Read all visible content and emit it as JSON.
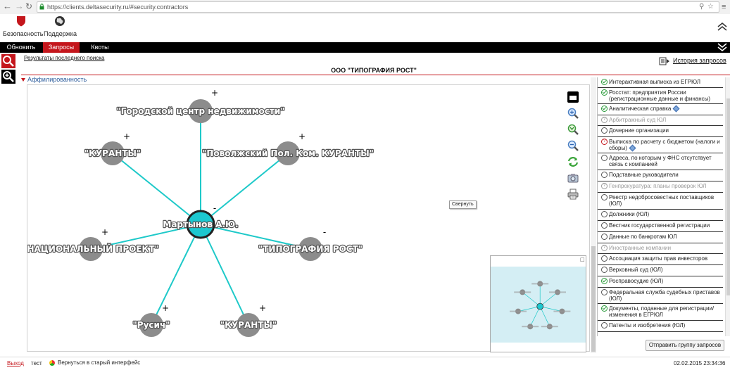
{
  "browser": {
    "protocol": "https",
    "url": "https://clients.deltasecurity.ru/#security.contractors"
  },
  "header": {
    "security_label": "Безопасность",
    "support_label": "Поддержка"
  },
  "tabs": [
    {
      "label": "Обновить",
      "active": false
    },
    {
      "label": "Запросы",
      "active": true
    },
    {
      "label": "Квоты",
      "active": false
    }
  ],
  "toolbar": {
    "last_search_link": "Результаты последнего поиска",
    "history_link": "История запросов"
  },
  "page_title": "ООО \"ТИПОГРАФИЯ РОСТ\"",
  "section_label": "Аффилированность",
  "graph": {
    "center": {
      "label": "Мартынов А.Ю.",
      "sign": "-"
    },
    "nodes": [
      {
        "label": "\"Городской центр недвижимости\"",
        "sign": "+"
      },
      {
        "label": "\"КУРАНТЫ\"",
        "sign": "+"
      },
      {
        "label": "\"Поволжский Пол. Ком. КУРАНТЫ\"",
        "sign": "+"
      },
      {
        "label": "\"НАЦИОНАЛЬНЫЙ ПРОЕКТ\"",
        "sign": "+"
      },
      {
        "label": "\"ТИПОГРАФИЯ РОСТ\"",
        "sign": "-"
      },
      {
        "label": "\"Русич\"",
        "sign": "+"
      },
      {
        "label": "\"КУРАНТЫ\"",
        "sign": "+"
      }
    ],
    "collapse_tooltip": "Свернуть",
    "colors": {
      "edge": "#1ec9c9",
      "node": "#8c8c8c",
      "center": "#1cc8d0",
      "accent": "#c4161c"
    }
  },
  "requests": [
    {
      "label": "Интерактивная выписка из ЕГРЮЛ",
      "status": "check"
    },
    {
      "label": "Росстат: предприятия России (регистрационные данные и финансы)",
      "status": "check"
    },
    {
      "label": "Аналитическая справка",
      "status": "check",
      "diamond": true
    },
    {
      "label": "Арбитражный суд ЮЛ",
      "status": "q",
      "disabled": true
    },
    {
      "label": "Дочерние организации",
      "status": "radio"
    },
    {
      "label": "Выписка по расчету с бюджетом (налоги и сборы)",
      "status": "qred",
      "diamond": true
    },
    {
      "label": "Адреса, по которым у ФНС отсутствует связь с компанией",
      "status": "radio"
    },
    {
      "label": "Подставные руководители",
      "status": "radio"
    },
    {
      "label": "Генпрокуратура: планы проверок ЮЛ",
      "status": "q",
      "disabled": true
    },
    {
      "label": "Реестр недобросовестных поставщиков (ЮЛ)",
      "status": "radio"
    },
    {
      "label": "Должники (ЮЛ)",
      "status": "radio"
    },
    {
      "label": "Вестник государственной регистрации",
      "status": "radio"
    },
    {
      "label": "Данные по банкротам ЮЛ",
      "status": "radio"
    },
    {
      "label": "Иностранные компании",
      "status": "q",
      "disabled": true
    },
    {
      "label": "Ассоциация защиты прав инвесторов",
      "status": "radio"
    },
    {
      "label": "Верховный суд (ЮЛ)",
      "status": "radio"
    },
    {
      "label": "Росправосудие (ЮЛ)",
      "status": "check"
    },
    {
      "label": "Федеральная служба судебных приставов (ЮЛ)",
      "status": "radio"
    },
    {
      "label": "Документы, поданные для регистрации/изменения в ЕГРЮЛ",
      "status": "check"
    },
    {
      "label": "Патенты и изобретения (ЮЛ)",
      "status": "radio"
    }
  ],
  "send_button": "Отправить группу запросов",
  "footer": {
    "logout": "Выход",
    "user": "тест",
    "old_ui": "Вернуться в старый интерфейс",
    "datetime": "02.02.2015 23:34:36"
  }
}
